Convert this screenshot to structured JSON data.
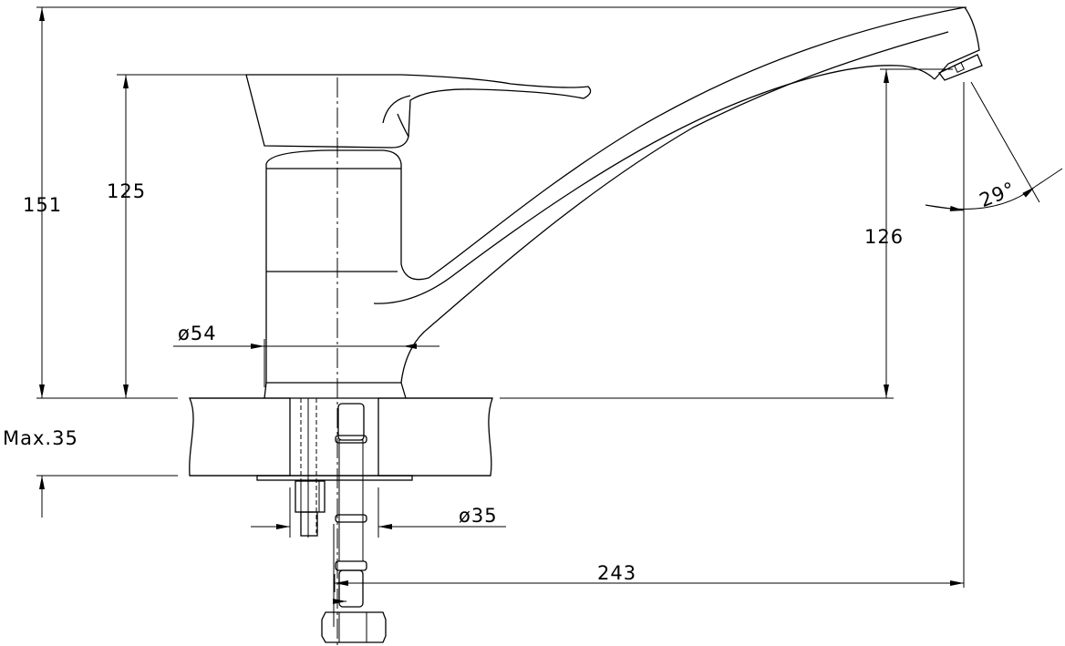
{
  "drawing": {
    "dimensions": {
      "total_height": "151",
      "body_height": "125",
      "spout_height": "126",
      "body_diameter": "ø54",
      "max_counter_thickness": "Max.35",
      "hole_diameter": "ø35",
      "spout_reach": "243",
      "spout_angle": "29°"
    },
    "colors": {
      "line": "#000000",
      "background": "#ffffff"
    }
  }
}
